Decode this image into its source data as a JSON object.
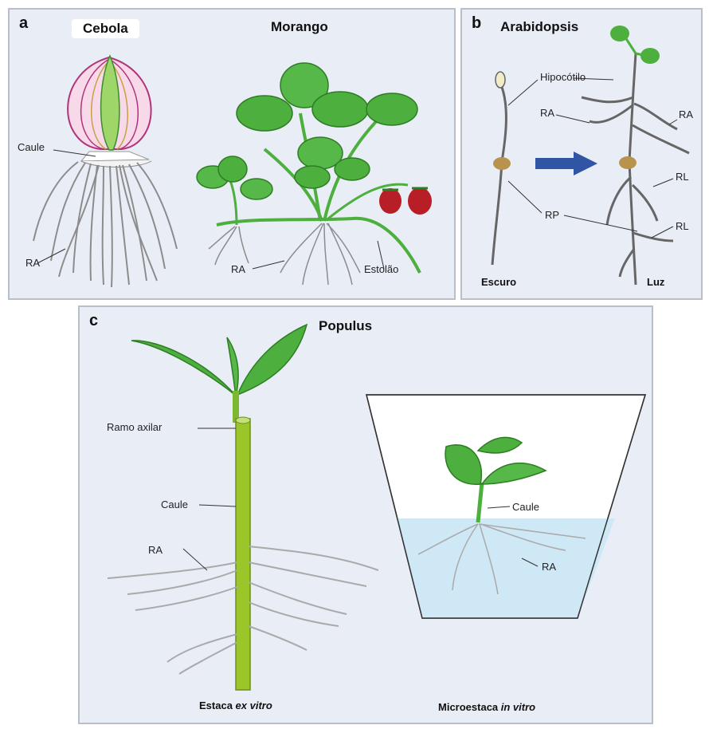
{
  "panel_a": {
    "letter": "a",
    "title_left": "Cebola",
    "title_right": "Morango",
    "labels": {
      "caule": "Caule",
      "ra_left": "RA",
      "ra_right": "RA",
      "estolao": "Estolão"
    }
  },
  "panel_b": {
    "letter": "b",
    "title": "Arabidopsis",
    "labels": {
      "hipocotilo": "Hipocótilo",
      "ra_left": "RA",
      "ra_right": "RA",
      "rl_top": "RL",
      "rl_bottom": "RL",
      "rp": "RP"
    },
    "caption_left": "Escuro",
    "caption_right": "Luz"
  },
  "panel_c": {
    "letter": "c",
    "title": "Populus",
    "labels": {
      "ramo_axilar": "Ramo axilar",
      "caule_left": "Caule",
      "ra_left": "RA",
      "caule_right": "Caule",
      "ra_right": "RA"
    },
    "caption_left_pre": "Estaca ",
    "caption_left_it": "ex vitro",
    "caption_right_pre": "Microestaca ",
    "caption_right_it": "in vitro"
  },
  "colors": {
    "panel_bg": "#e9edf6",
    "leaf": "#4caf3e",
    "stem": "#9bc62a",
    "root": "#8c8c8c",
    "arrow": "#2f55a4",
    "strawberry": "#b81e25"
  }
}
